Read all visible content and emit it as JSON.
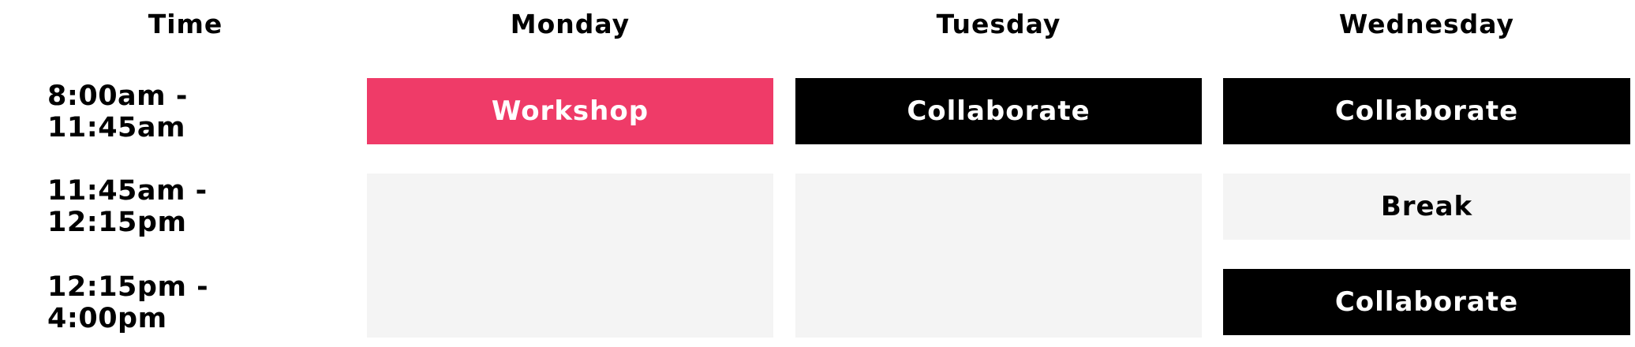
{
  "columns": {
    "time": "Time",
    "monday": "Monday",
    "tuesday": "Tuesday",
    "wednesday": "Wednesday"
  },
  "rows": [
    {
      "time": "8:00am - 11:45am"
    },
    {
      "time": "11:45am - 12:15pm"
    },
    {
      "time": "12:15pm - 4:00pm"
    }
  ],
  "sessions": {
    "monday_1": "Workshop",
    "tuesday_1": "Collaborate",
    "wednesday_1": "Collaborate",
    "wednesday_2": "Break",
    "wednesday_3": "Collaborate"
  },
  "colors": {
    "accent": "#ef3b68",
    "dark": "#000000",
    "light": "#f4f4f4"
  }
}
